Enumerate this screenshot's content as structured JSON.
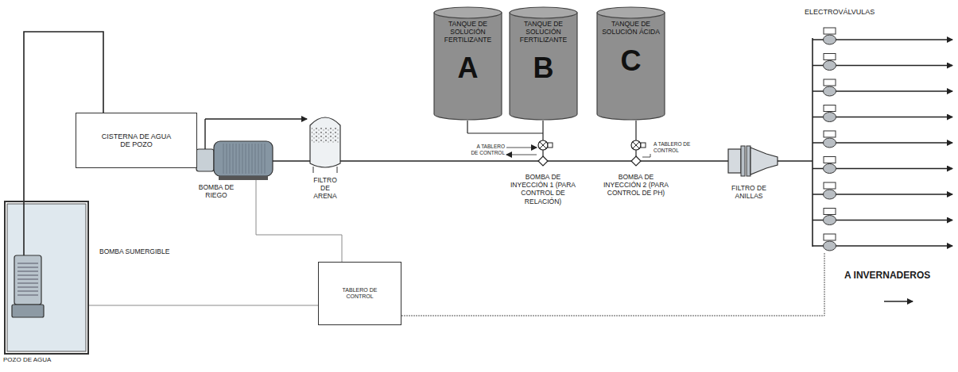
{
  "diagram": {
    "nodes": [
      {
        "text": [
          "POZO DE AGUA"
        ]
      },
      {
        "text": [
          "CISTERNA DE AGUA DE POZO"
        ]
      },
      {
        "text": [
          "TANQUE DE SOLUCIÓN FERTILIZANTE",
          "A"
        ]
      },
      {
        "text": [
          "TANQUE DE SOLUCIÓN FERTILIZANTE",
          "B"
        ]
      },
      {
        "text": [
          "TANQUE DE SOLUCIÓN ÁCIDA",
          "C"
        ]
      },
      {
        "text": [
          "TABLERO DE CONTROL"
        ]
      }
    ],
    "edges": [
      {
        "from": 0,
        "to": 1,
        "arrow": "none"
      },
      {
        "from": 0,
        "to": 5,
        "arrow": "none"
      }
    ],
    "labels": [
      "BOMBA SUMERGIBLE",
      "BOMBA DE RIEGO",
      "FILTRO DE ARENA",
      "A TABLERO DE CONTROL",
      "BOMBA DE INYECCIÓN 1 (PARA CONTROL DE RELACIÓN)",
      "A TABLERO DE CONTROL",
      "BOMBA DE INYECCIÓN 2 (PARA CONTROL DE PH)",
      "FILTRO DE ANILLAS",
      "ELECTROVÁLVULAS",
      "A INVERNADEROS"
    ]
  }
}
